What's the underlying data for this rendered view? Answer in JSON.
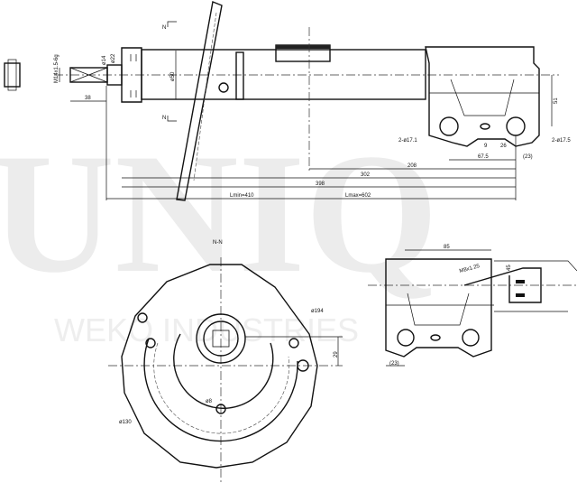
{
  "watermark": {
    "logo": "UNIQ",
    "subtitle": "WEKO INDUSTRIES"
  },
  "side_view": {
    "section_marker_top": "N",
    "section_marker_bottom": "N",
    "thread": "M14x1.5-6g",
    "rod_diameter": "ø14",
    "cap_diameter": "ø22",
    "body_diameter": "ø50",
    "thread_length": "38",
    "l_min": "Lmin=410",
    "l_max": "Lmax=602",
    "dim_398": "398",
    "dim_302": "302",
    "dim_208": "208",
    "hole_left": "2-ø17.1",
    "hole_right": "2-ø17.5",
    "dim_9": "9",
    "dim_26": "26",
    "hole_spacing": "67.5",
    "dim_23": "(23)",
    "dim_51": "51"
  },
  "section_view": {
    "title": "N-N",
    "outer_diameter": "ø194",
    "inner_diameter": "ø130",
    "hole_diameter": "ø8",
    "offset": "29"
  },
  "bracket_view": {
    "width": "85",
    "bolt": "M8x1.25",
    "angle": "45",
    "dim_23": "(23)"
  }
}
